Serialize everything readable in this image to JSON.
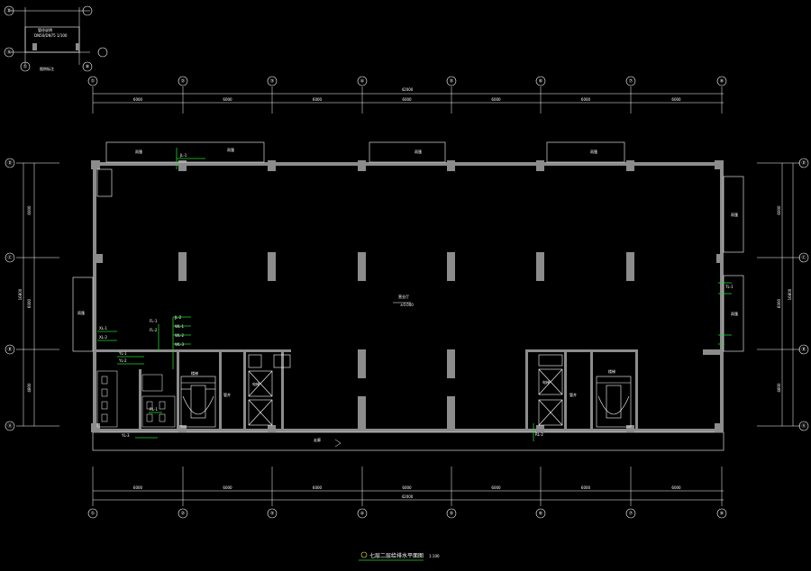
{
  "drawing": {
    "title": "七层二层给排水平面图",
    "scale": "1:100",
    "legend_caption": "图例标注",
    "legend_note_1": "管径说明",
    "legend_note_2": "DN50/DN75 1/100",
    "colors": {
      "background": "#000000",
      "wall": "#8c8c8c",
      "line": "#ffffff",
      "pipe": "#21d42a",
      "accent": "#f2e34a"
    }
  },
  "grid_axes": {
    "top": [
      "①",
      "②",
      "③",
      "④",
      "⑤",
      "⑥",
      "⑦",
      "⑧"
    ],
    "bottom": [
      "①",
      "②",
      "③",
      "④",
      "⑤",
      "⑥",
      "⑦",
      "⑧"
    ],
    "left": [
      "Ⓓ",
      "Ⓒ",
      "Ⓑ",
      "Ⓐ"
    ],
    "right": [
      "Ⓓ",
      "Ⓒ",
      "Ⓑ",
      "Ⓐ"
    ],
    "legend": [
      "Ⓓ",
      "①",
      "Ⓐ",
      "⑧"
    ]
  },
  "dimensions": {
    "top_spans": [
      "6000",
      "6000",
      "6000",
      "6000",
      "6000",
      "6000",
      "6000"
    ],
    "top_total": "42000",
    "bottom_spans": [
      "6000",
      "6000",
      "6000",
      "6000",
      "6000",
      "6000",
      "6000"
    ],
    "bottom_total": "42000",
    "left_spans": [
      "6000",
      "6000",
      "4800"
    ],
    "left_total": "16800",
    "right_spans": [
      "6000",
      "6000",
      "4800"
    ],
    "right_total": "16800"
  },
  "labels": {
    "canopy_1": "雨篷",
    "canopy_2": "雨篷",
    "canopy_3": "雨篷",
    "canopy_4": "雨篷",
    "side_canopy_left": "雨篷",
    "side_canopy_right_1": "雨篷",
    "side_canopy_right_2": "雨篷",
    "center_room": "营业厅",
    "center_level": "±0.000",
    "corridor": "走廊",
    "stair_left": "楼梯",
    "stair_right": "楼梯",
    "elevator_1": "电梯",
    "elevator_2": "电梯",
    "shaft_1": "管井",
    "shaft_2": "管井"
  },
  "pipe_tags": [
    "JL-1",
    "JL-2",
    "WL-1",
    "WL-2",
    "WL-3",
    "FL-1",
    "FL-2",
    "XL-1",
    "XL-2",
    "YL-1",
    "YL-2",
    "YL-3",
    "RL-1",
    "RL-2",
    "TL-1"
  ]
}
